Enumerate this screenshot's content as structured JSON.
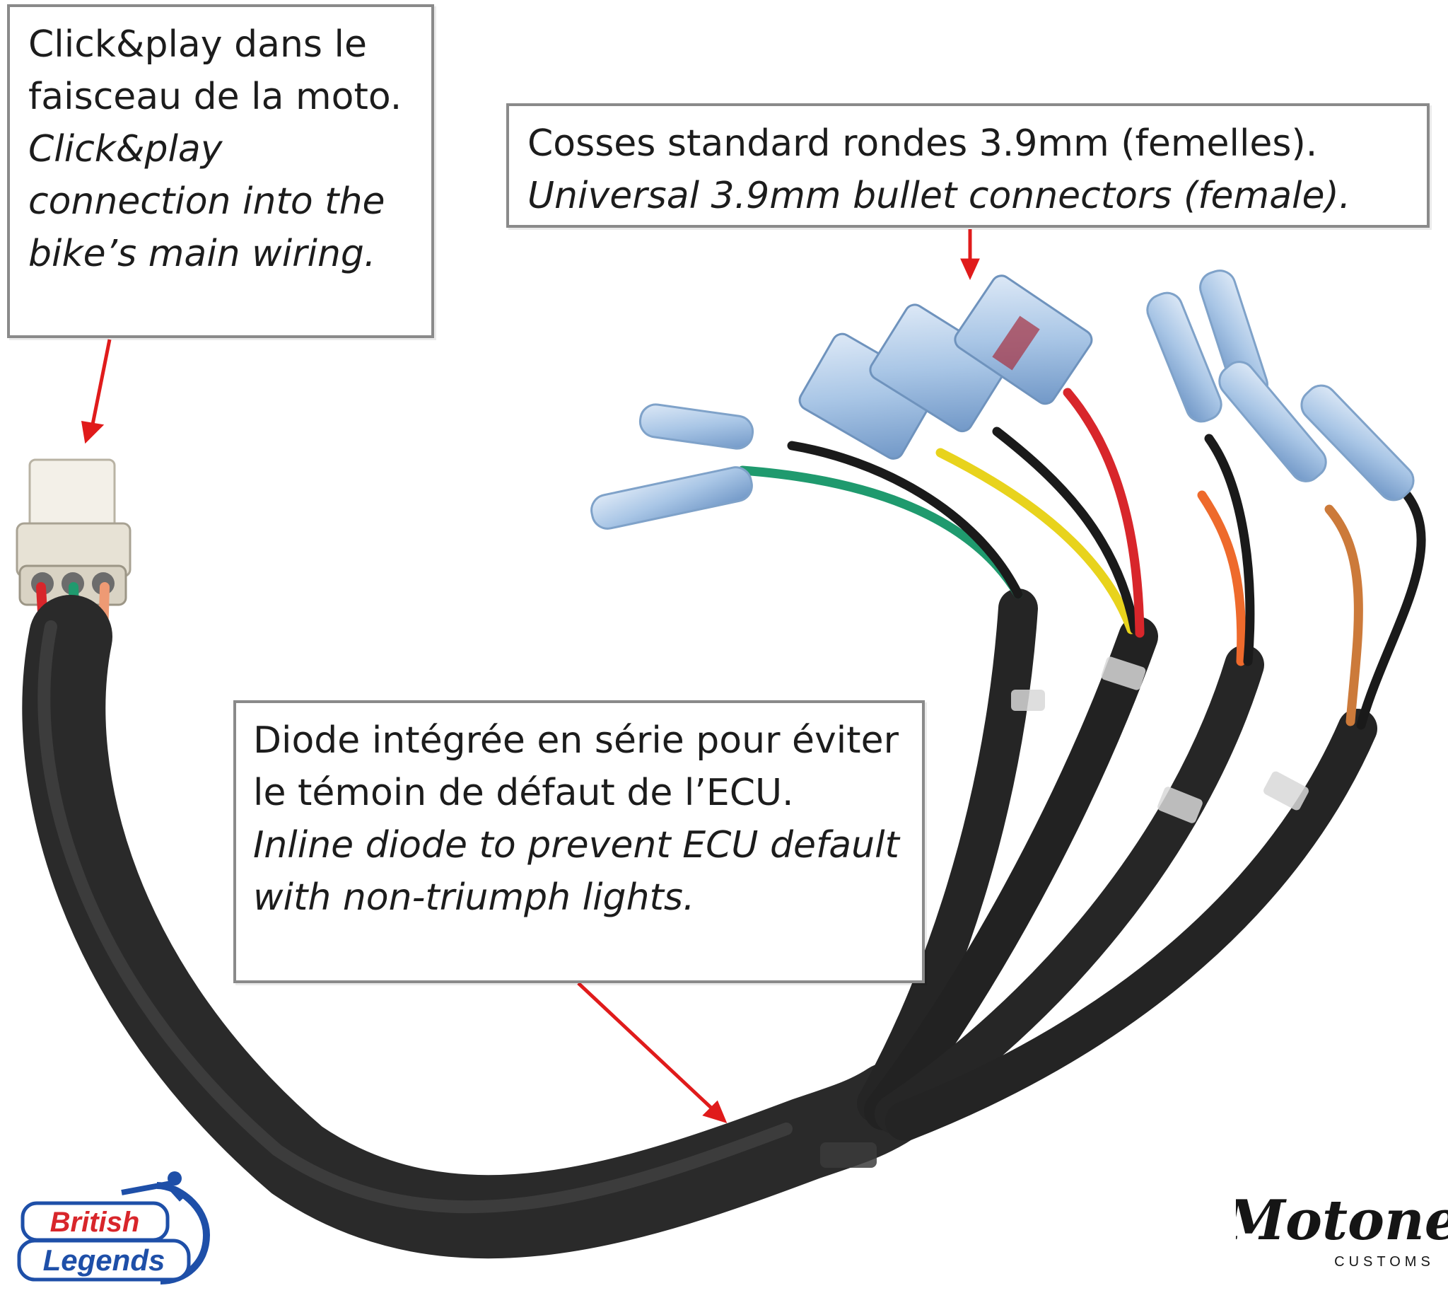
{
  "callouts": {
    "harness_connector": {
      "fr": "Click&play dans le faisceau de la moto.",
      "en": "Click&play connection into the bike’s main wiring."
    },
    "bullet_connectors": {
      "fr": "Cosses standard rondes 3.9mm (femelles).",
      "en": "Universal 3.9mm bullet connectors (female)."
    },
    "inline_diode": {
      "fr": "Diode intégrée en série pour éviter le témoin de défaut de l’ECU.",
      "en": "Inline diode to prevent ECU default with non-triumph lights."
    }
  },
  "logos": {
    "left_brand_line1": "British",
    "left_brand_line2": "Legends",
    "right_brand": "Motone",
    "right_brand_sub": "CUSTOMS"
  },
  "colors": {
    "arrow": "#e01b1b",
    "sheath": "#262626",
    "wire_green": "#1f9a6e",
    "wire_yellow": "#e8d31c",
    "wire_black": "#1a1a1a",
    "wire_red": "#d8262b",
    "wire_orange": "#ee6a2c",
    "wire_brown_orange": "#cc7a3a",
    "connector_blue": "#b9d3ee",
    "logo_blue": "#1e4fa8",
    "logo_red": "#d8262b"
  }
}
